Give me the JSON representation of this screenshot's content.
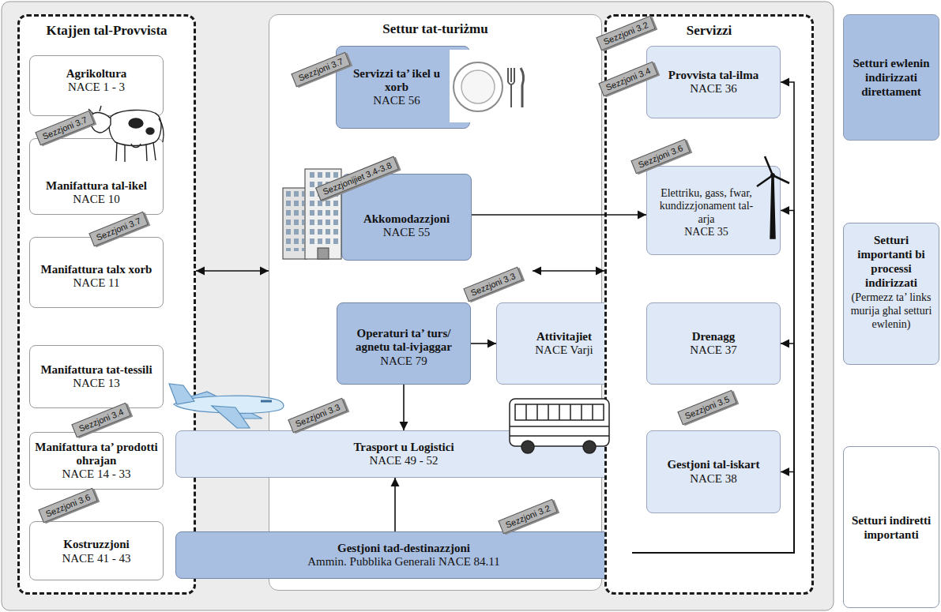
{
  "diagram": {
    "nodes": [
      {
        "text": [
          "Ktajjen tal-Provvista"
        ]
      },
      {
        "text": [
          "Agrikoltura",
          "NACE 1 - 3"
        ],
        "in": 0
      },
      {
        "text": [
          "Manifattura tal-ikel",
          "NACE 10"
        ],
        "in": 0
      },
      {
        "text": [
          "Manifattura talx xorb",
          "NACE 11"
        ],
        "in": 0
      },
      {
        "text": [
          "Manifattura tat-tessili",
          "NACE 13"
        ],
        "in": 0
      },
      {
        "text": [
          "Manifattura ta’ prodotti ohrajan",
          "NACE 14 - 33"
        ],
        "in": 0
      },
      {
        "text": [
          "Kostruzzjoni",
          "NACE 41 - 43"
        ],
        "in": 0
      },
      {
        "text": [
          "Settur tat-turiżmu"
        ]
      },
      {
        "text": [
          "Servizzi ta’ ikel u xorb",
          "NACE 56"
        ],
        "in": 7
      },
      {
        "text": [
          "Akkomodazzjoni",
          "NACE 55"
        ],
        "in": 7
      },
      {
        "text": [
          "Operaturi ta’ turs/ agnetu tal-ivjaggar",
          "NACE 79"
        ],
        "in": 7
      },
      {
        "text": [
          "Attivitajiet",
          "NACE Varji"
        ]
      },
      {
        "text": [
          "Trasport u Logistici",
          "NACE 49 - 52"
        ]
      },
      {
        "text": [
          "Gestjoni tad-destinazzjoni",
          "Ammin. Pubblika Generali NACE 84.11"
        ]
      },
      {
        "text": [
          "Servizzi"
        ]
      },
      {
        "text": [
          "Provvista tal-ilma",
          "NACE 36"
        ],
        "in": 14
      },
      {
        "text": [
          "Elettriku, gass, fwar, kundizzjonament tal-arja",
          "NACE 35"
        ],
        "in": 14
      },
      {
        "text": [
          "Drenagg",
          "NACE 37"
        ],
        "in": 14
      },
      {
        "text": [
          "Gestjoni tal-iskart",
          "NACE 38"
        ],
        "in": 14
      }
    ],
    "edges": [
      {
        "from": 0,
        "to": 7,
        "arrow": "both"
      },
      {
        "from": 7,
        "to": 14,
        "arrow": "both"
      },
      {
        "from": 9,
        "to": 16,
        "arrow": "to"
      },
      {
        "from": 10,
        "to": 11,
        "arrow": "to"
      },
      {
        "from": 10,
        "to": 12,
        "arrow": "to"
      },
      {
        "from": 13,
        "to": 12,
        "arrow": "to"
      },
      {
        "from": 13,
        "to": 15,
        "arrow": "to"
      },
      {
        "from": 13,
        "to": 16,
        "arrow": "to"
      },
      {
        "from": 13,
        "to": 17,
        "arrow": "to"
      },
      {
        "from": 13,
        "to": 18,
        "arrow": "to"
      }
    ],
    "labels": [
      "Sezzjoni 3.2",
      "Sezzjoni 3.4",
      "Sezzjoni 3.7",
      "Sezzjoni 3.7",
      "Sezzjonijiet 3.4-3.8",
      "Sezzjoni 3.6",
      "Sezzjoni 3.7",
      "Sezzjoni 3.3",
      "Sezzjoni 3.4",
      "Sezzjoni 3.3",
      "Sezzjoni 3.5",
      "Sezzjoni 3.6",
      "Sezzjoni 3.2",
      "(Permezz ta’ links murija ghal setturi ewlenin)"
    ],
    "legend": [
      {
        "text": "Setturi ewlenin indirizzati direttament",
        "color": "#a9bfe2"
      },
      {
        "text": "Setturi importanti bi processi indirizzati",
        "color": "#dfe8f6"
      },
      {
        "text": "Setturi indiretti importanti",
        "color": "#ffffff"
      }
    ]
  }
}
